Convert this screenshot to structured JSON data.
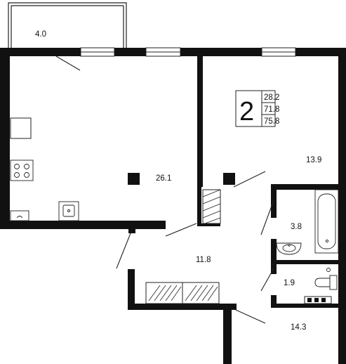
{
  "apartment": {
    "rooms_count": "2",
    "area_living": "28.2",
    "area_total": "71.8",
    "area_total_with_balcony": "75.8"
  },
  "rooms": {
    "balcony": "4.0",
    "kitchen_living": "26.1",
    "bedroom": "13.9",
    "bathroom": "3.8",
    "hallway": "11.8",
    "toilet": "1.9",
    "bedroom2": "14.3"
  },
  "colors": {
    "wall": "#111111",
    "thin_line": "#222222",
    "background": "#ffffff"
  }
}
